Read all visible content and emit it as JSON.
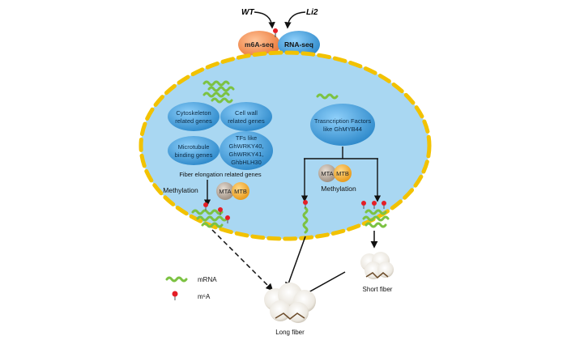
{
  "inputs": {
    "wt": "WT",
    "li2": "Li2",
    "m6a_seq": "m6A-seq",
    "rna_seq": "RNA-seq"
  },
  "left_genes": {
    "cytoskeleton": [
      "Cytoskeleton",
      "related genes"
    ],
    "cell_wall": [
      "Cell wall",
      "related genes"
    ],
    "microtubule": [
      "Microtubule",
      "binding genes"
    ],
    "tfs": [
      "TFs like",
      "GhWRKY40,",
      "GhWRKY41,",
      "GhbHLH30"
    ],
    "fiber_label": "Fiber elongation related genes",
    "methylation": "Methylation",
    "mta": "MTA",
    "mtb": "MTB"
  },
  "right_genes": {
    "tf": [
      "Trasncription Factors",
      "like GhMYB44"
    ],
    "mta": "MTA",
    "mtb": "MTB",
    "methylation": "Methylation"
  },
  "outcomes": {
    "long_fiber": "Long fiber",
    "short_fiber": "Short fiber"
  },
  "legend": {
    "mrna": "mRNA",
    "m6a": "m⁶A"
  },
  "colors": {
    "orange": "#f08a4b",
    "blue": "#3a9ad9",
    "cell": "#a9d7f2",
    "membrane": "#f2c200",
    "mrna_green": "#7cc242",
    "m6a_red": "#e41e26",
    "mta_gray": "#b5a69a",
    "mtb_orange": "#f6a935"
  }
}
